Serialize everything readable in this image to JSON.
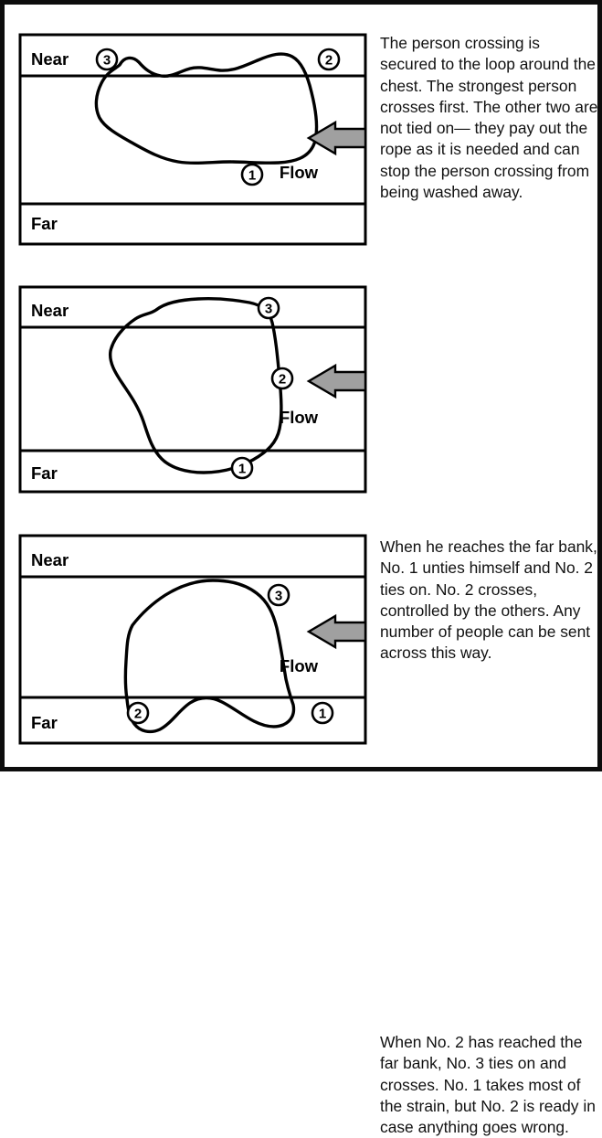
{
  "document": {
    "title": "River crossing with rope — three stage sequence",
    "border_color": "#0d0d0d",
    "background_color": "#ffffff",
    "line_color": "#000000",
    "arrow_fill_color": "#a0a0a0",
    "arrow_stroke_color": "#000000"
  },
  "labels": {
    "near": "Near",
    "far": "Far",
    "flow": "Flow",
    "marker_1": "1",
    "marker_2": "2",
    "marker_3": "3"
  },
  "panels": [
    {
      "id": "panel-1",
      "caption": "The person crossing is secured to the loop around the chest. The strongest person crosses first. The other two are not tied on— they pay out the rope as it is needed and can stop the person crossing from being washed away.",
      "near_label": "Near",
      "far_label": "Far",
      "flow_label": "Flow",
      "markers": [
        {
          "number": "3",
          "position": "near-bank-left"
        },
        {
          "number": "2",
          "position": "near-bank-right"
        },
        {
          "number": "1",
          "position": "mid-river-bottom"
        }
      ]
    },
    {
      "id": "panel-2",
      "caption": "When he reaches the far bank, No. 1 unties himself and No. 2 ties on. No. 2 crosses, controlled by the others. Any number of people can be sent across this way.",
      "near_label": "Near",
      "far_label": "Far",
      "flow_label": "Flow",
      "markers": [
        {
          "number": "3",
          "position": "near-bank-right"
        },
        {
          "number": "2",
          "position": "mid-river-right"
        },
        {
          "number": "1",
          "position": "far-bank-top"
        }
      ]
    },
    {
      "id": "panel-3",
      "caption": "When No. 2 has reached the far bank, No. 3 ties on and crosses. No. 1 takes most of the strain, but No. 2 is ready in case anything goes wrong.",
      "near_label": "Near",
      "far_label": "Far",
      "flow_label": "Flow",
      "markers": [
        {
          "number": "3",
          "position": "river-top-right"
        },
        {
          "number": "2",
          "position": "far-bank-left"
        },
        {
          "number": "1",
          "position": "far-bank-right"
        }
      ]
    }
  ]
}
